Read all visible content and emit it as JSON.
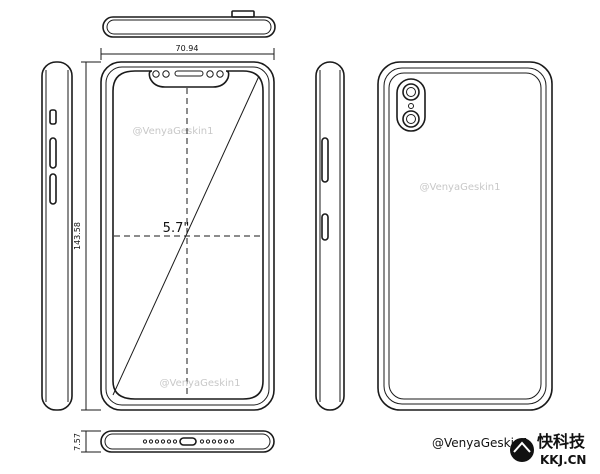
{
  "dimensions": {
    "width": "70.94",
    "height": "143.58",
    "depth": "7.57",
    "diagonal": "5.7\""
  },
  "watermarks": [
    "@VenyaGeskin1",
    "@VenyaGeskin1",
    "@VenyaGeskin1"
  ],
  "credit": "@VenyaGeskin1",
  "brand": {
    "name": "快科技",
    "url": "KKJ.CN"
  },
  "colors": {
    "line": "#1a1a1a",
    "watermark": "#c8c8c8",
    "background": "#ffffff"
  }
}
